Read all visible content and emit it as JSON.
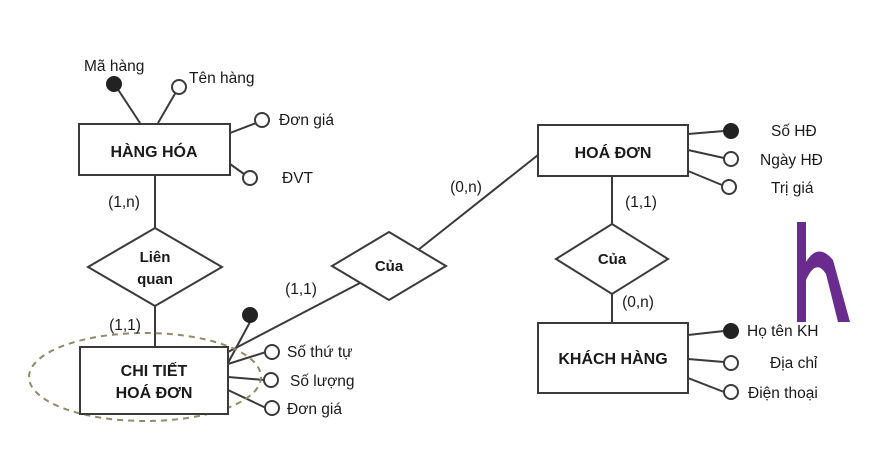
{
  "diagram": {
    "entities": {
      "hang_hoa": "HÀNG HÓA",
      "hoa_don": "HOÁ ĐƠN",
      "chi_tiet_line1": "CHI TIẾT",
      "chi_tiet_line2": "HOÁ ĐƠN",
      "khach_hang": "KHÁCH HÀNG"
    },
    "relationships": {
      "lien_quan_line1": "Liên",
      "lien_quan_line2": "quan",
      "cua_mid": "Của",
      "cua_right": "Của"
    },
    "cardinalities": {
      "hang_hoa_lien_quan": "(1,n)",
      "chi_tiet_lien_quan": "(1,1)",
      "chi_tiet_cua": "(1,1)",
      "hoa_don_cua_mid": "(0,n)",
      "hoa_don_cua_right": "(1,1)",
      "khach_hang_cua": "(0,n)"
    },
    "attributes": {
      "hang_hoa": {
        "ma_hang": "Mã hàng",
        "ten_hang": "Tên hàng",
        "don_gia": "Đơn giá",
        "dvt": "ĐVT"
      },
      "hoa_don": {
        "so_hd": "Số HĐ",
        "ngay_hd": "Ngày HĐ",
        "tri_gia": "Trị giá"
      },
      "chi_tiet": {
        "so_thu_tu": "Số thứ tự",
        "so_luong": "Số lượng",
        "don_gia": "Đơn giá"
      },
      "khach_hang": {
        "ho_ten": "Họ tên KH",
        "dia_chi": "Địa chỉ",
        "dien_thoai": "Điện thoại"
      }
    }
  },
  "colors": {
    "logo": "#6a2b8f",
    "highlight_ellipse": "#8e8c6a"
  },
  "logo": {
    "name": "h-logo",
    "text": "h"
  }
}
